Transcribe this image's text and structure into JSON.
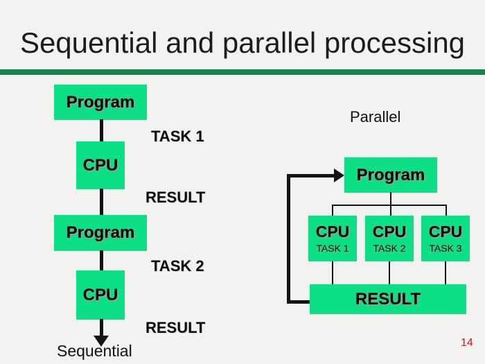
{
  "slide": {
    "title": "Sequential and parallel processing",
    "page_number": "14"
  },
  "colors": {
    "background": "#F2F2F1",
    "box_green": "#0BE084",
    "divider_green": "#11814E",
    "line_black": "#141414",
    "page_number_red": "#E01212"
  },
  "sequential": {
    "label": "Sequential",
    "program1": "Program",
    "task1": "TASK 1",
    "cpu1": "CPU",
    "result1": "RESULT",
    "program2": "Program",
    "task2": "TASK 2",
    "cpu2": "CPU",
    "result2": "RESULT"
  },
  "parallel": {
    "label": "Parallel",
    "program": "Program",
    "cpus": [
      {
        "name": "CPU",
        "task": "TASK 1"
      },
      {
        "name": "CPU",
        "task": "TASK 2"
      },
      {
        "name": "CPU",
        "task": "TASK 3"
      }
    ],
    "result": "RESULT"
  }
}
